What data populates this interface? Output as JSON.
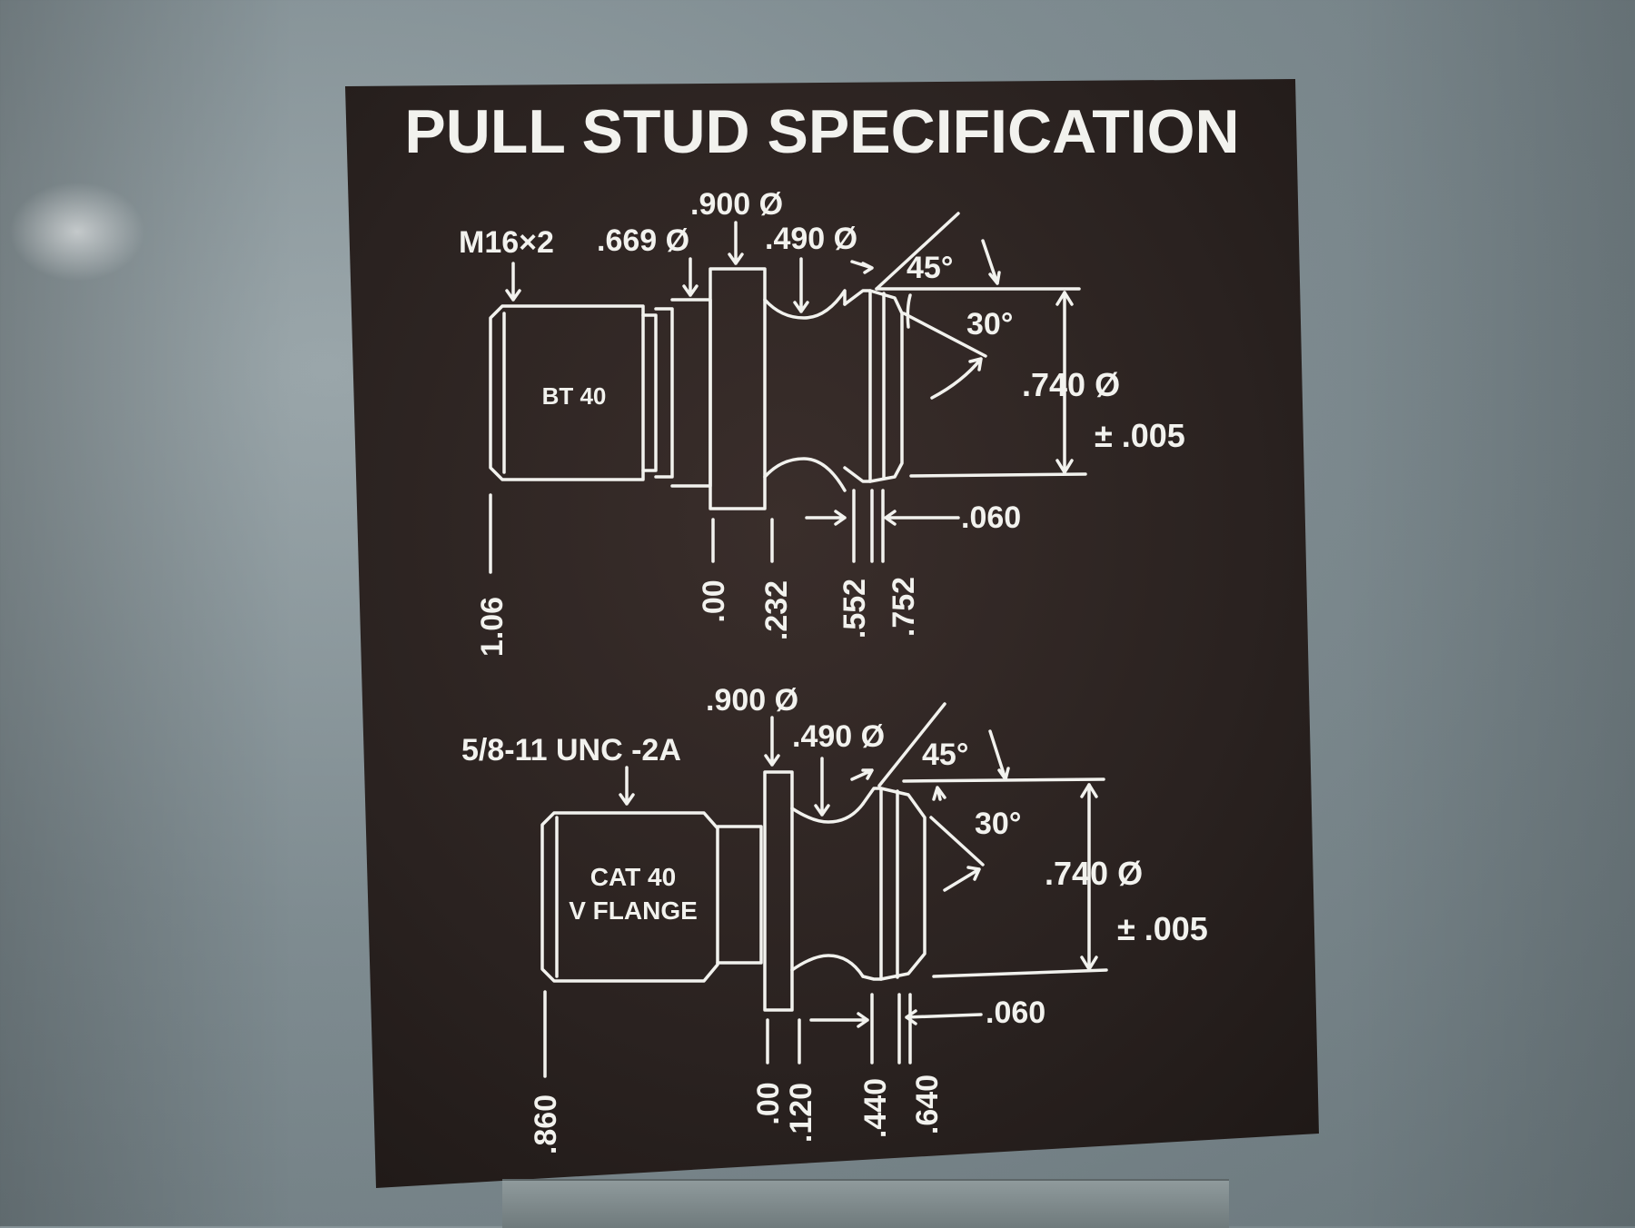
{
  "plate": {
    "title": "PULL STUD SPECIFICATION",
    "colors": {
      "plate": "#2b2220",
      "ink": "#f2f2ee",
      "wall": "#7f8c91"
    }
  },
  "bt40": {
    "name": "BT 40",
    "thread": "M16×2",
    "dia_669": ".669 Ø",
    "dia_900": ".900 Ø",
    "dia_490": ".490 Ø",
    "angle_45": "45°",
    "angle_30": "30°",
    "dia_740": ".740 Ø",
    "tol": "± .005",
    "dim_060": ".060",
    "pos_106": "1.06",
    "pos_00": ".00",
    "pos_232": ".232",
    "pos_552": ".552",
    "pos_752": ".752"
  },
  "cat40": {
    "name_line1": "CAT 40",
    "name_line2": "V FLANGE",
    "thread": "5/8-11  UNC -2A",
    "dia_900": ".900 Ø",
    "dia_490": ".490 Ø",
    "angle_45": "45°",
    "angle_30": "30°",
    "dia_740": ".740 Ø",
    "tol": "± .005",
    "dim_060": ".060",
    "pos_860": ".860",
    "pos_00": ".00",
    "pos_120": ".120",
    "pos_440": ".440",
    "pos_640": ".640"
  }
}
